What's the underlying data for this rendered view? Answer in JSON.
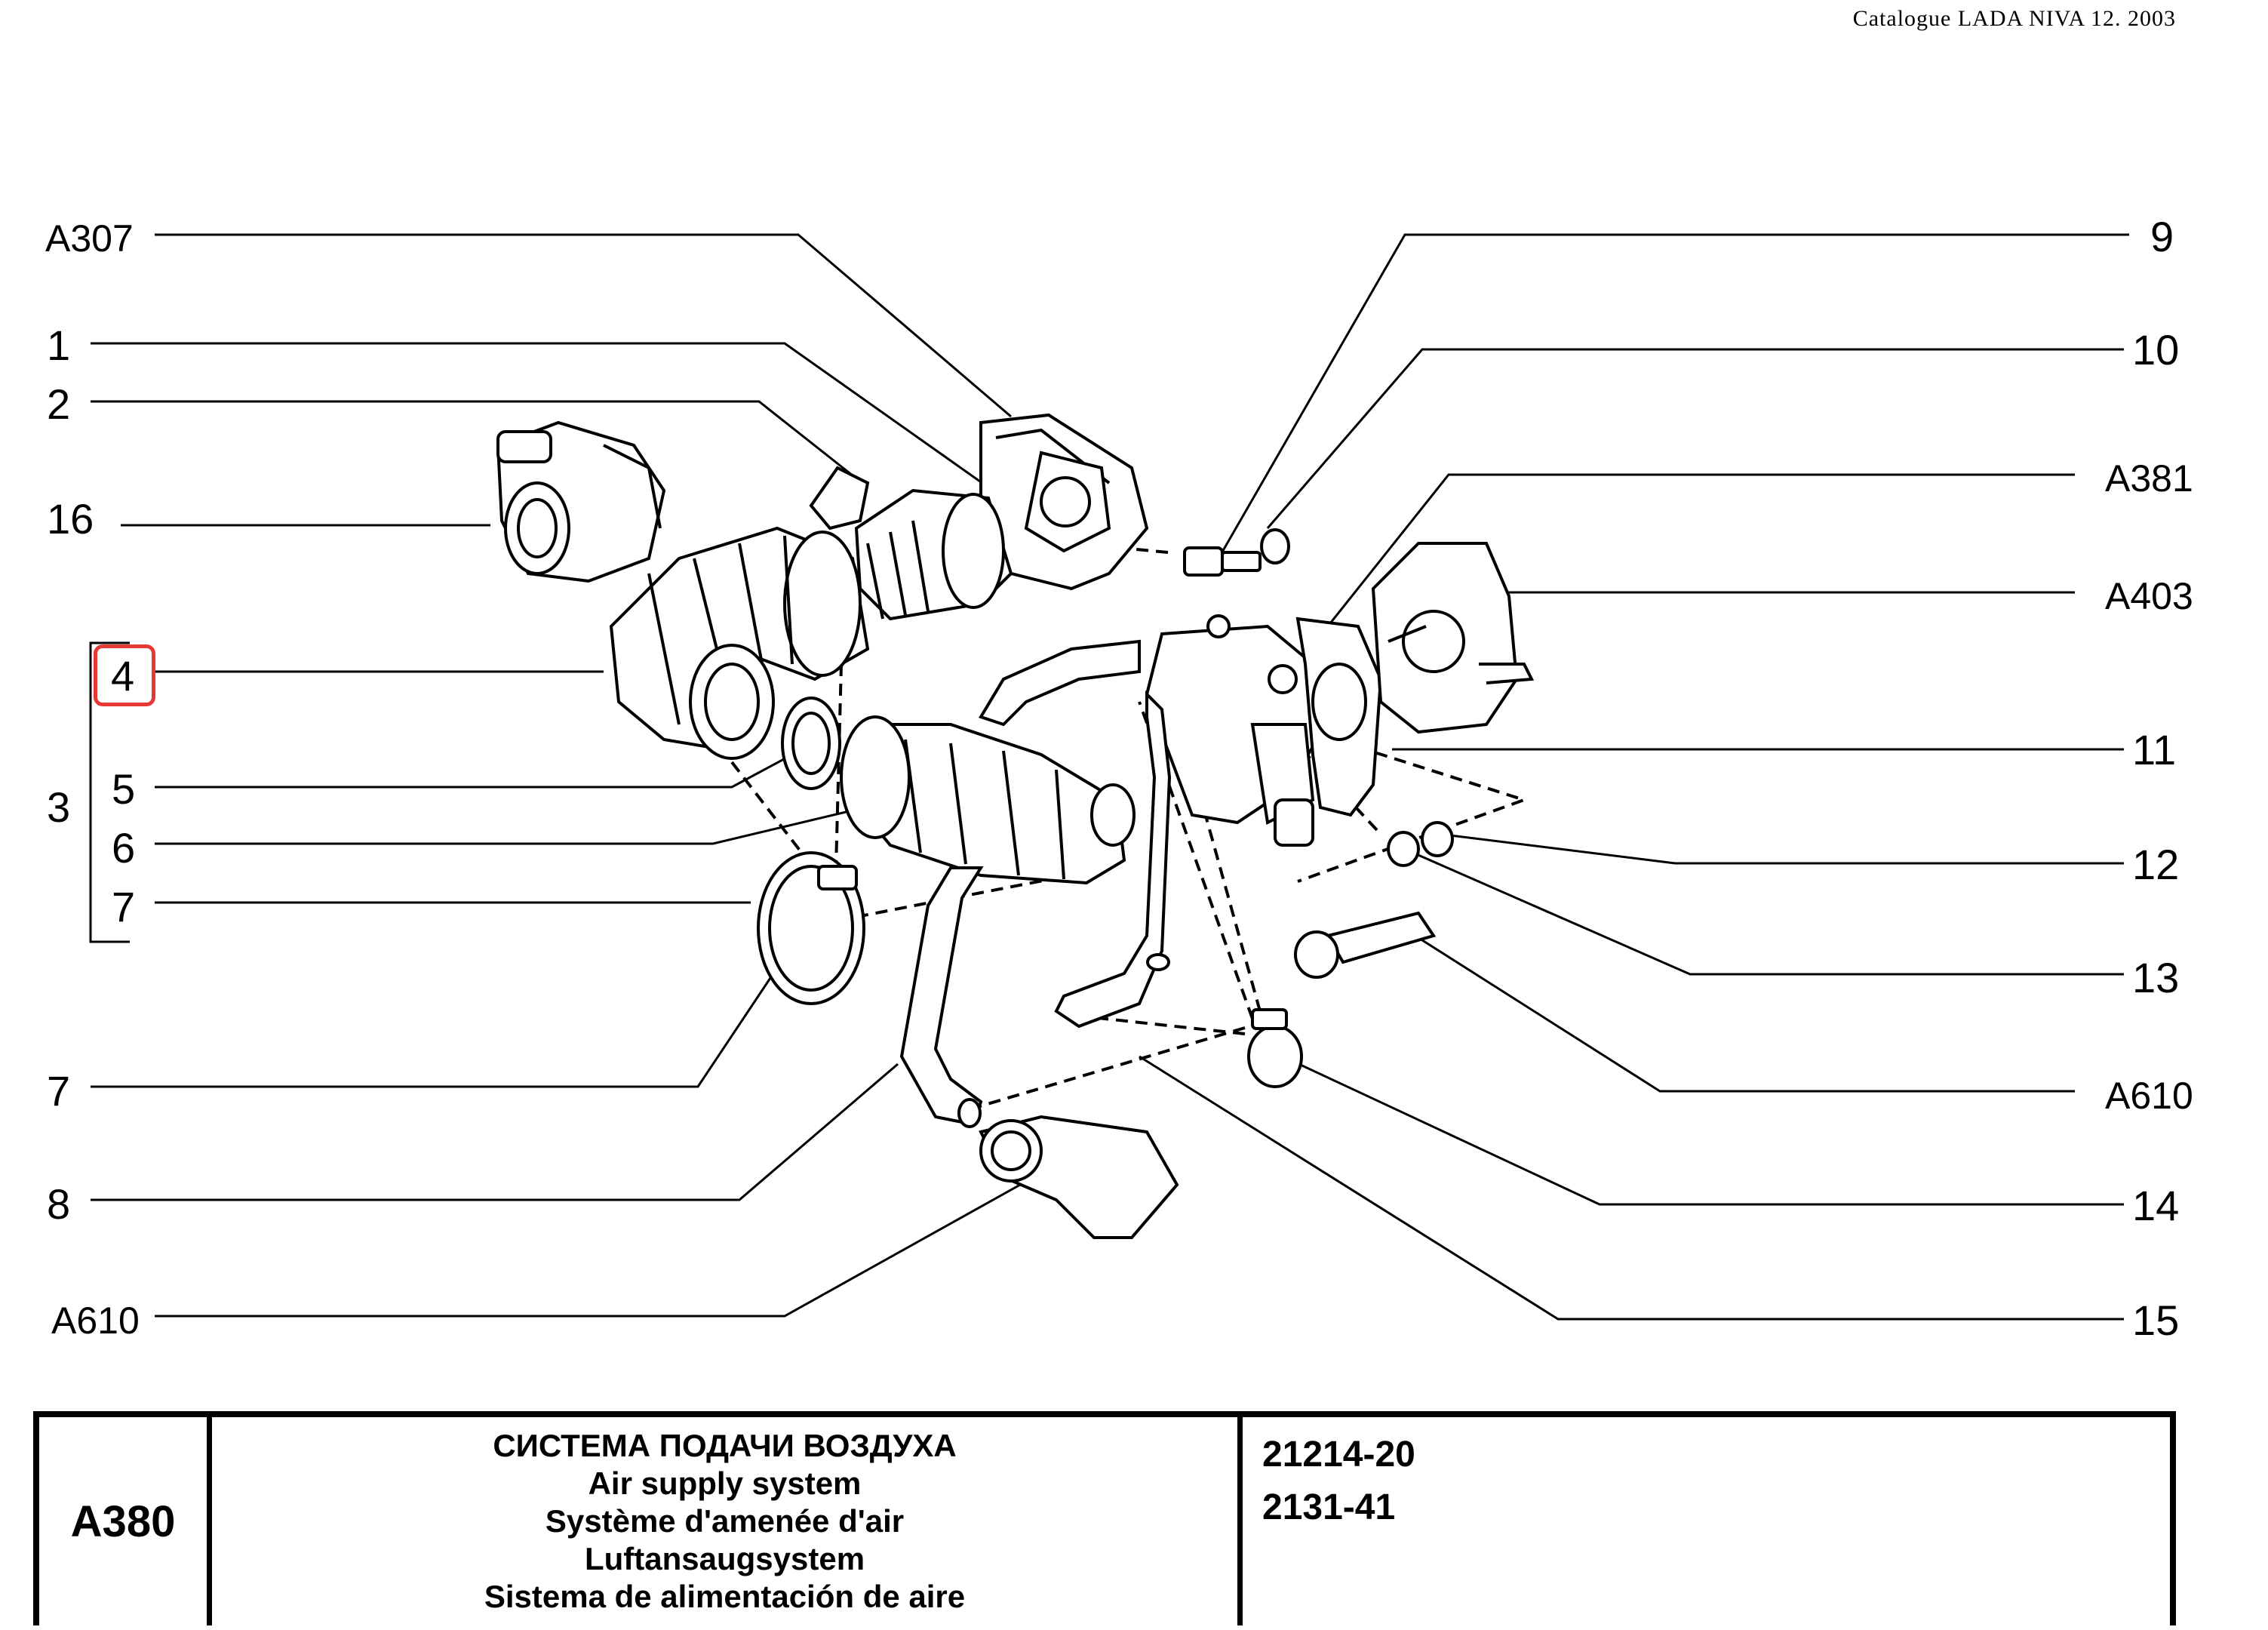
{
  "header": {
    "catalogue": "Catalogue LADA NIVA 12. 2003"
  },
  "callouts": {
    "a307": "A307",
    "n1": "1",
    "n2": "2",
    "n16": "16",
    "n4": "4",
    "n3": "3",
    "n5": "5",
    "n6": "6",
    "n7a": "7",
    "n7b": "7",
    "n8": "8",
    "a610_left": "A610",
    "n9": "9",
    "n10": "10",
    "a381": "A381",
    "a403": "A403",
    "n11": "11",
    "n12": "12",
    "n13": "13",
    "a610_right": "A610",
    "n14": "14",
    "n15": "15"
  },
  "highlight": {
    "color": "#e53935",
    "target": "4"
  },
  "title_block": {
    "code": "A380",
    "title_ru": "СИСТЕМА ПОДАЧИ ВОЗДУХА",
    "title_en": "Air supply system",
    "title_fr": "Système d'amenée d'air",
    "title_de": "Luftansaugsystem",
    "title_es": "Sistema de alimentación de aire",
    "model_1": "21214-20",
    "model_2": "2131-41"
  }
}
